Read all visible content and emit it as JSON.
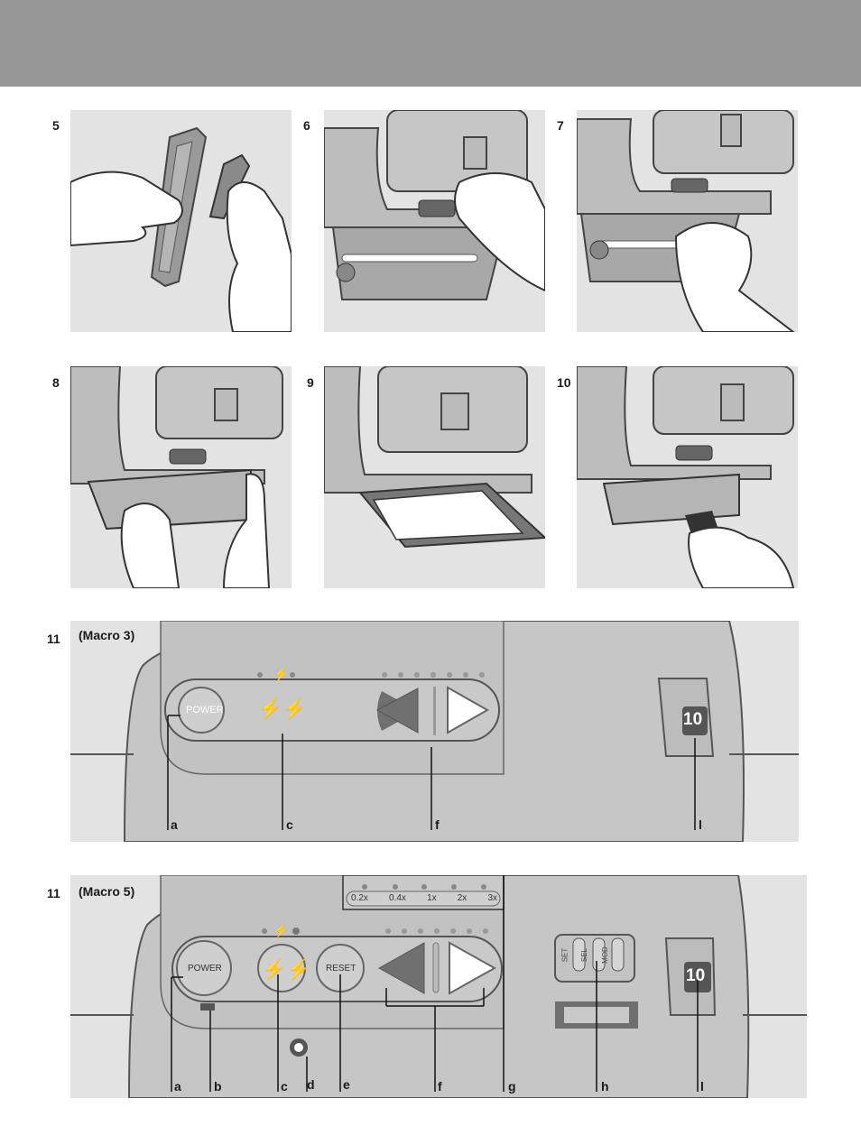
{
  "steps": [
    "5",
    "6",
    "7",
    "8",
    "9",
    "10"
  ],
  "macro3": {
    "figure_number": "11",
    "title": "(Macro 3)",
    "power_label": "POWER",
    "counter": "10",
    "callouts": [
      "a",
      "c",
      "f",
      "l"
    ]
  },
  "macro5": {
    "figure_number": "11",
    "title": "(Macro 5)",
    "power_label": "POWER",
    "reset_label": "RESET",
    "zoom_labels": [
      "0.2x",
      "0.4x",
      "1x",
      "2x",
      "3x"
    ],
    "switch_labels": [
      "SET",
      "SEL",
      "MOD"
    ],
    "counter": "10",
    "callouts": [
      "a",
      "b",
      "c",
      "d",
      "e",
      "f",
      "g",
      "h",
      "l"
    ]
  },
  "colors": {
    "header": "#979797",
    "panel_bg": "#e3e3e3",
    "camera_body": "#c6c6c6",
    "dark_gray": "#707070"
  }
}
